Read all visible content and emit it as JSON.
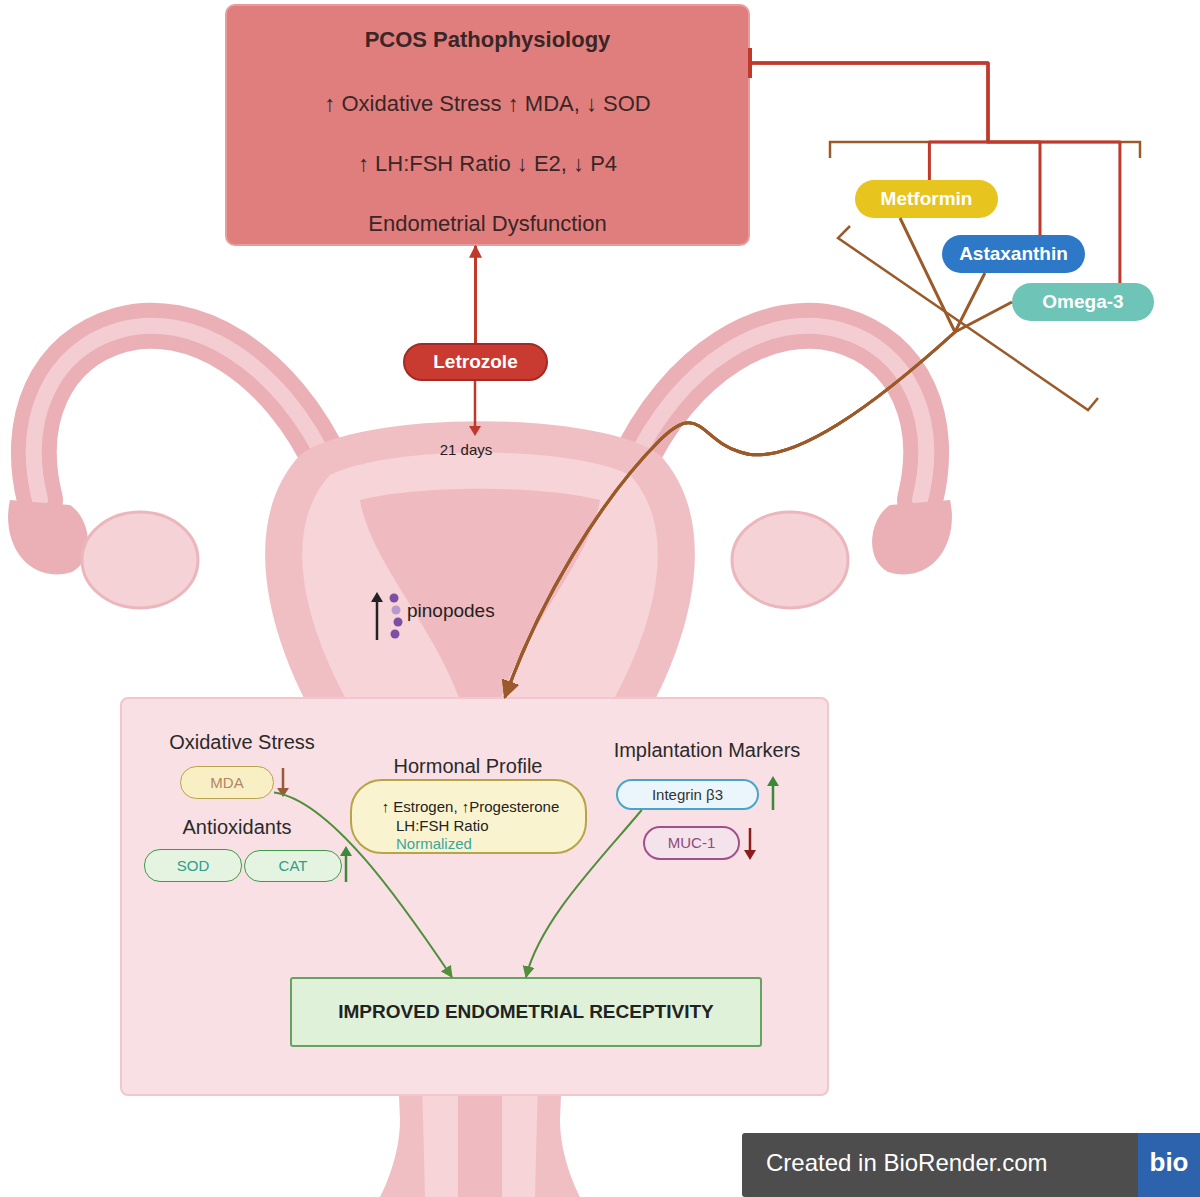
{
  "diagram": {
    "nodes": [
      {
        "text": [
          "PCOS Pathophysiology",
          "↑ Oxidative Stress ↑ MDA, ↓ SOD",
          "↑ LH:FSH Ratio ↓ E2, ↓ P4",
          "Endometrial Dysfunction"
        ]
      },
      {
        "text": [
          "Metformin"
        ]
      },
      {
        "text": [
          "Astaxanthin"
        ]
      },
      {
        "text": [
          "Omega-3"
        ]
      },
      {
        "text": [
          "Letrozole"
        ]
      },
      {
        "text": [
          "Oxidative Stress",
          "Antioxidants",
          "Hormonal Profile",
          "Implantation Markers"
        ]
      },
      {
        "text": [
          "MDA"
        ],
        "in": 5
      },
      {
        "text": [
          "SOD"
        ],
        "in": 5
      },
      {
        "text": [
          "CAT"
        ],
        "in": 5
      },
      {
        "text": [
          "↑ Estrogen, ↑Progesterone",
          "LH:FSH Ratio",
          "Normalized"
        ],
        "in": 5
      },
      {
        "text": [
          "Integrin β3"
        ],
        "in": 5
      },
      {
        "text": [
          "MUC-1"
        ],
        "in": 5
      },
      {
        "text": [
          "IMPROVED ENDOMETRIAL RECEPTIVITY"
        ],
        "in": 5
      }
    ],
    "edges": [
      {
        "from": 4,
        "to": 0,
        "arrow": "to"
      },
      {
        "from": 1,
        "to": 0,
        "arrow": "to"
      },
      {
        "from": 2,
        "to": 0,
        "arrow": "to"
      },
      {
        "from": 3,
        "to": 0,
        "arrow": "to"
      },
      {
        "from": 1,
        "to": 5,
        "arrow": "to"
      },
      {
        "from": 2,
        "to": 5,
        "arrow": "to"
      },
      {
        "from": 3,
        "to": 5,
        "arrow": "to"
      },
      {
        "from": 6,
        "to": 12,
        "arrow": "to"
      },
      {
        "from": 10,
        "to": 12,
        "arrow": "to"
      }
    ],
    "labels": [
      "21 days",
      "pinopodes",
      "Created in BioRender.com",
      "bio"
    ]
  }
}
